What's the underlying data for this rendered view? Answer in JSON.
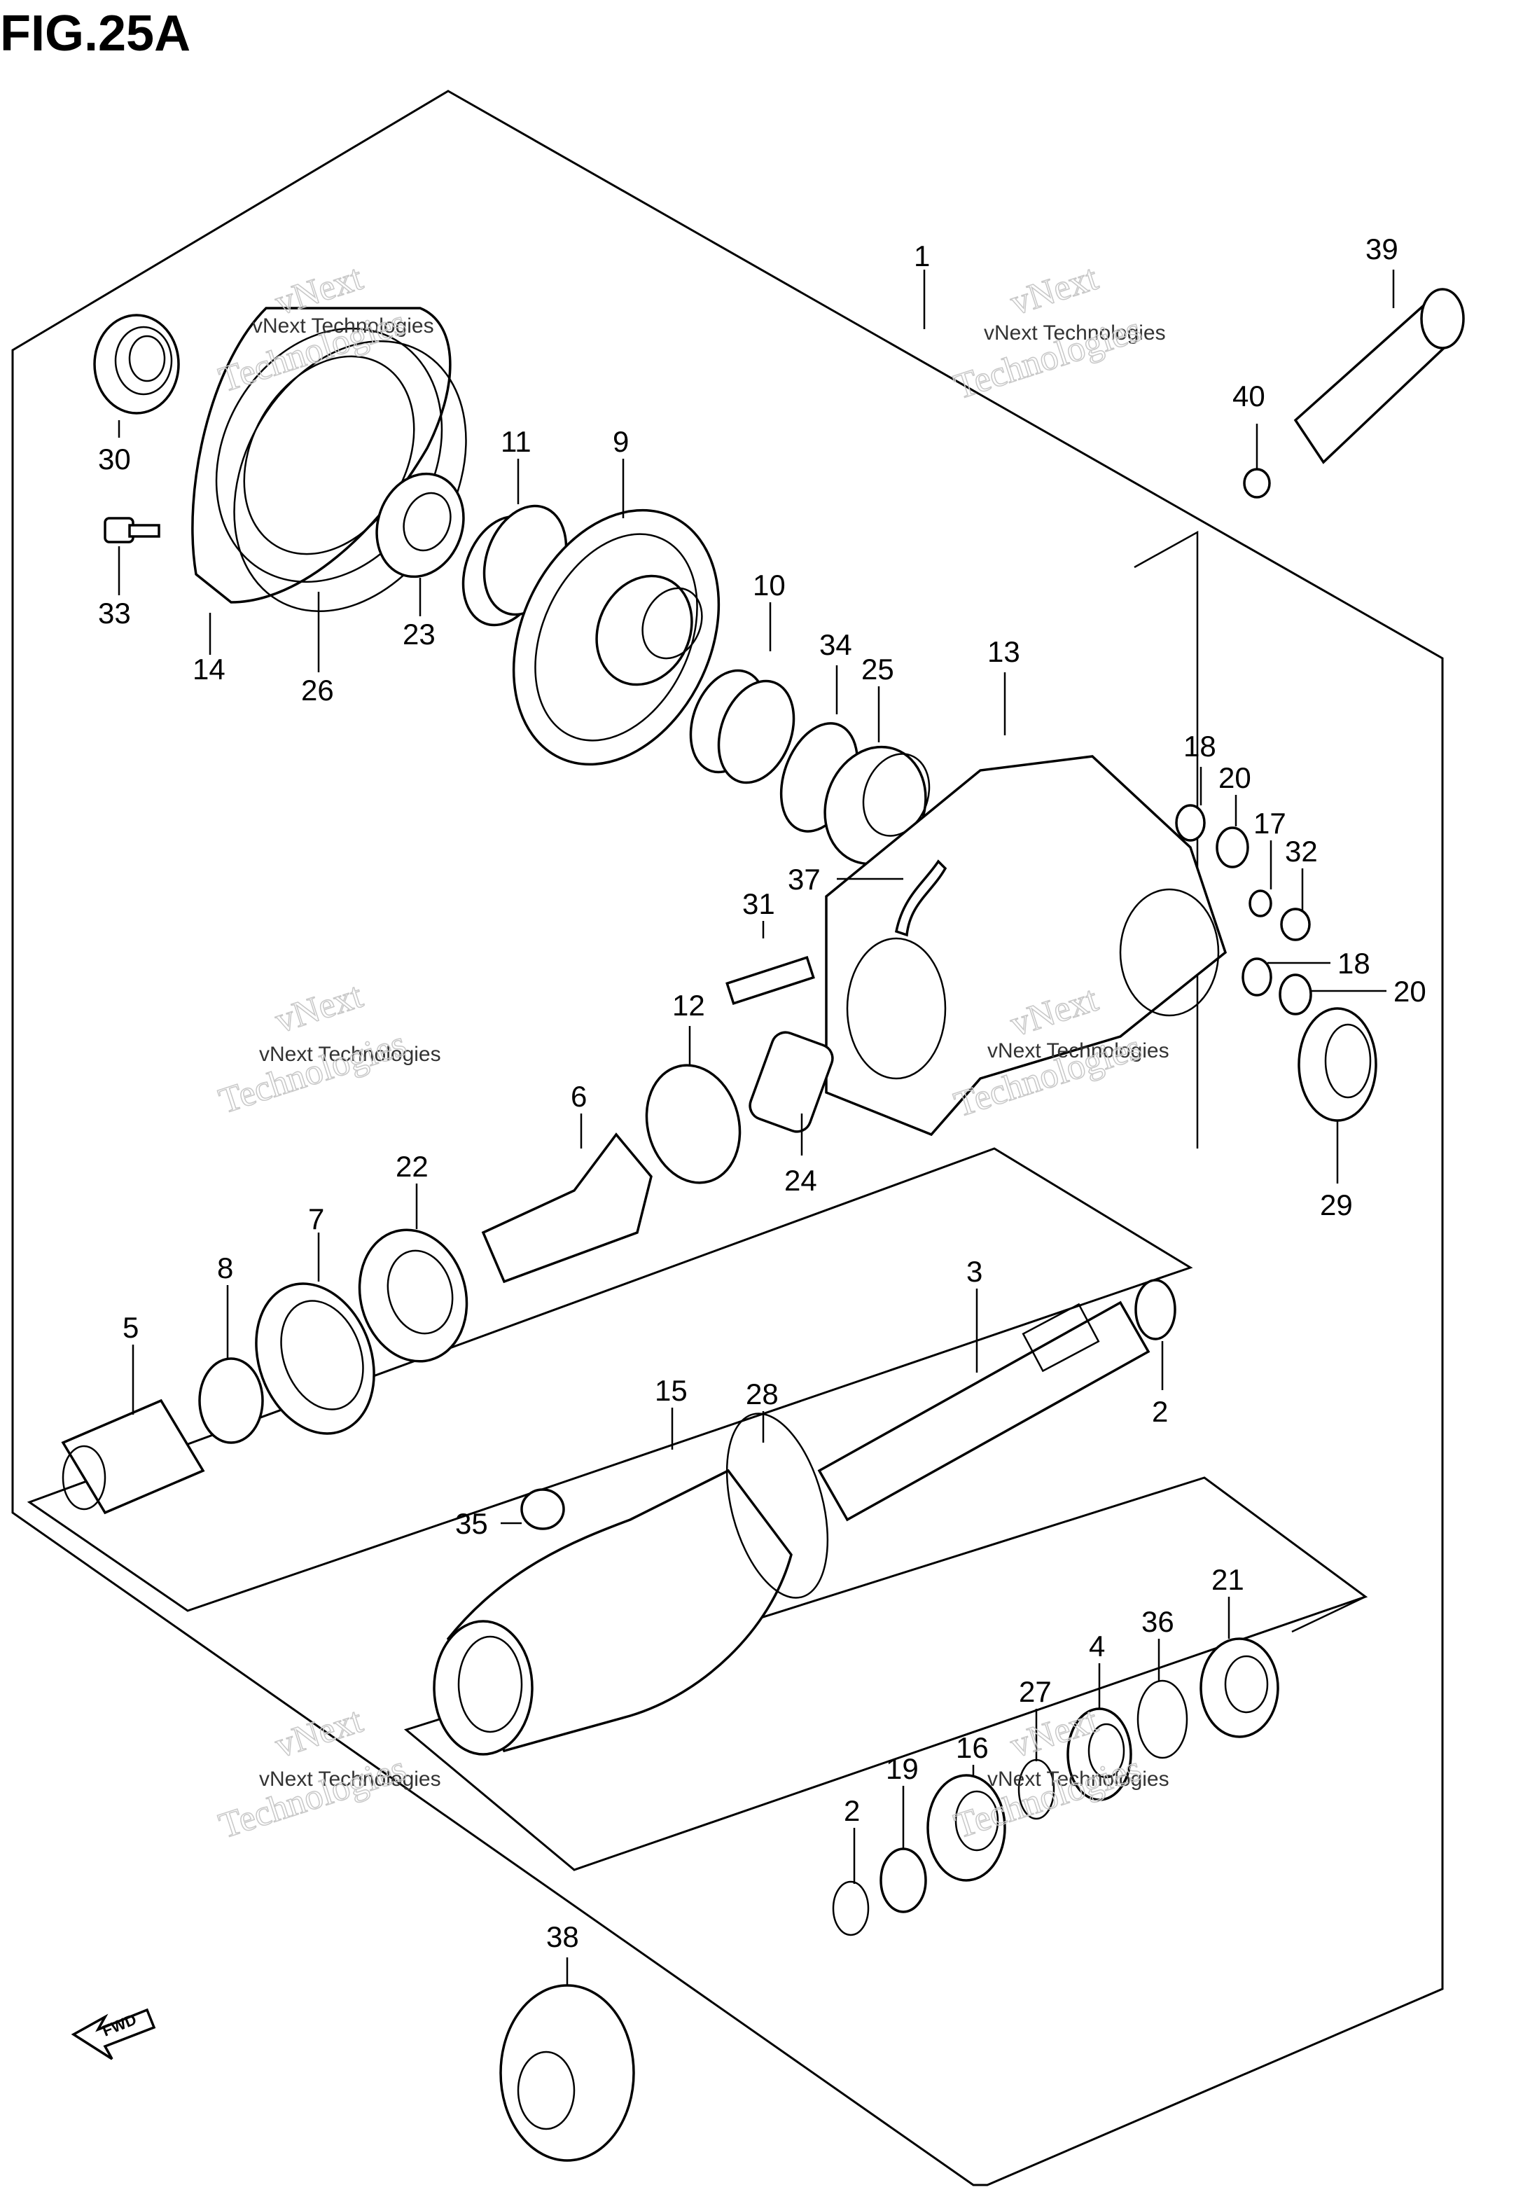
{
  "figure": {
    "title": "FIG.25A",
    "direction_marker": "FWD"
  },
  "watermark": {
    "line_small": "vNext Technologies",
    "word_big_1": "vNext",
    "word_big_2": "Technologies"
  },
  "callouts": {
    "c1": "1",
    "c2a": "2",
    "c2b": "2",
    "c3": "3",
    "c4": "4",
    "c5": "5",
    "c6": "6",
    "c7": "7",
    "c8": "8",
    "c9": "9",
    "c10": "10",
    "c11": "11",
    "c12": "12",
    "c13": "13",
    "c14": "14",
    "c15": "15",
    "c16": "16",
    "c17": "17",
    "c18a": "18",
    "c18b": "18",
    "c19": "19",
    "c20a": "20",
    "c20b": "20",
    "c21": "21",
    "c22": "22",
    "c23": "23",
    "c24": "24",
    "c25": "25",
    "c26": "26",
    "c27": "27",
    "c28": "28",
    "c29": "29",
    "c30": "30",
    "c31": "31",
    "c32": "32",
    "c33": "33",
    "c34": "34",
    "c35": "35",
    "c36": "36",
    "c37": "37",
    "c38": "38",
    "c39": "39",
    "c40": "40"
  }
}
